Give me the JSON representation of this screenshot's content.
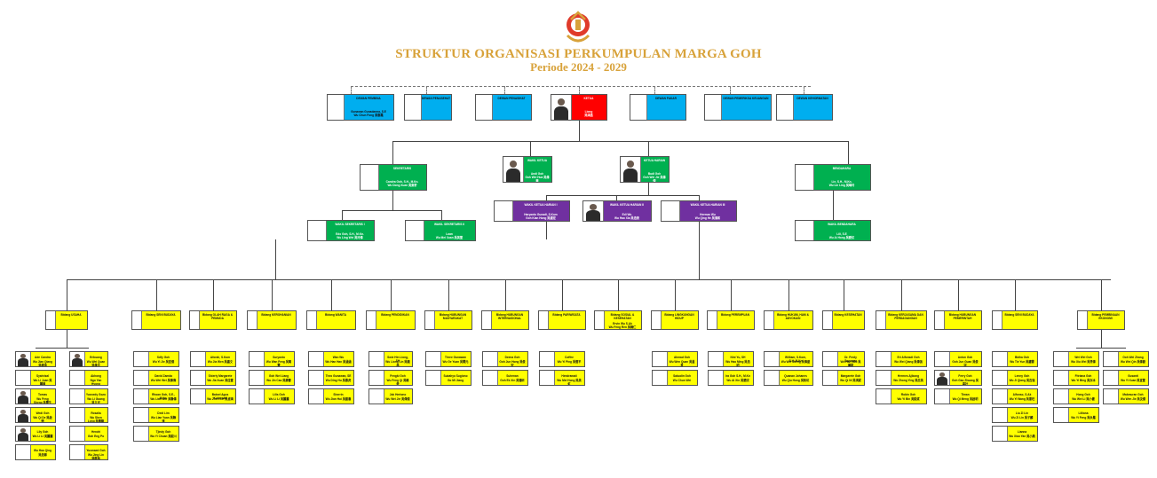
{
  "header": {
    "title": "STRUKTUR ORGANISASI PERKUMPULAN MARGA GOH",
    "subtitle": "Periode 2024 - 2029"
  },
  "colors": {
    "blue": "#00aeef",
    "red": "#ff0000",
    "green": "#00b050",
    "purple": "#7030a0",
    "yellow": "#ffff00",
    "title": "#d8a23a"
  },
  "boxes": [
    {
      "id": "pembina",
      "heading": "DEWAN PEMBINA",
      "names": [
        "Gunawan Gunadarma, S.E",
        "Wu Chun Fong 吳春鳳"
      ],
      "color": "blue"
    },
    {
      "id": "penasehat",
      "heading": "DEWAN PENASEHAT",
      "names": [],
      "color": "blue"
    },
    {
      "id": "penasihat2",
      "heading": "DEWAN PENASIHAT",
      "names": [],
      "color": "blue"
    },
    {
      "id": "ketua",
      "heading": "KETUA",
      "names": [
        "Liong",
        "吳鴻昌"
      ],
      "color": "red",
      "photo": true
    },
    {
      "id": "pakar",
      "heading": "DEWAN PAKAR",
      "names": [],
      "color": "blue"
    },
    {
      "id": "pemeriksa",
      "heading": "DEWAN PEMERIKSA KEUANGAN",
      "names": [],
      "color": "blue"
    },
    {
      "id": "kehormatan",
      "heading": "DEWAN KEHORMATAN",
      "names": [],
      "color": "blue"
    },
    {
      "id": "sekretaris",
      "heading": "SEKRETARIS",
      "names": [
        "Candra Goh, S.H., M.Kn.",
        "Wu Dong Xuan 吳東軒"
      ],
      "color": "green"
    },
    {
      "id": "wakil_ketua",
      "heading": "WAKIL KETUA",
      "names": [
        "Andi Goh",
        "Goh Wei Hua 吳偉華"
      ],
      "color": "green",
      "photo": true
    },
    {
      "id": "ketua_harian",
      "heading": "KETUA HARIAN",
      "names": [
        "Budi Goh",
        "Goh Wei Jie 吳偉傑"
      ],
      "color": "green",
      "photo": true
    },
    {
      "id": "bendahara",
      "heading": "BENDAHARA",
      "names": [
        "Lie, S.H., M.Kn.",
        "Wu Lin Ling 吳琳玲"
      ],
      "color": "green"
    },
    {
      "id": "wakil_sek1",
      "heading": "WAKIL SEKRETARIS I",
      "names": [
        "Edo Goh, S.H., M.Kn.",
        "Wu Ling Wei 吳玲偉"
      ],
      "color": "green"
    },
    {
      "id": "wakil_sek2",
      "heading": "WAKIL SEKRETARIS II",
      "names": [
        "Loan",
        "Wu Mei Xuan 吳美萱"
      ],
      "color": "green"
    },
    {
      "id": "wkh1",
      "heading": "WAKIL KETUA HARIAN I",
      "names": [
        "Haryanto Gunadi, S.Kom",
        "Goh Kian Hong 吳建宏"
      ],
      "color": "purple"
    },
    {
      "id": "wkh2",
      "heading": "WAKIL KETUA HARIAN II",
      "names": [
        "Edi Wu",
        "Wu Hao Xia 吳浩俠"
      ],
      "color": "purple",
      "photo": true
    },
    {
      "id": "wkh3",
      "heading": "WAKIL KETUA HARIAN III",
      "names": [
        "Herman Wu",
        "Wu Qing He 吳清和"
      ],
      "color": "purple"
    },
    {
      "id": "wakil_bendahara",
      "heading": "WAKIL BENDAHARA",
      "names": [
        "Lili, S.E",
        "Wu Ai Hong 吳愛紅"
      ],
      "color": "green"
    },
    {
      "id": "b_usaha",
      "heading": "Bidang USAHA",
      "names": [],
      "color": "yellow"
    },
    {
      "id": "b_seni",
      "heading": "Bidang SENI BUDAYA",
      "names": [],
      "color": "yellow"
    },
    {
      "id": "b_olahraga",
      "heading": "Bidang OLAH RAGA & PEMUDA",
      "names": [],
      "color": "yellow"
    },
    {
      "id": "b_kerohanian",
      "heading": "Bidang KEROHANIAN",
      "names": [],
      "color": "yellow"
    },
    {
      "id": "b_wanita",
      "heading": "Bidang WANITA",
      "names": [],
      "color": "yellow"
    },
    {
      "id": "b_pendidikan",
      "heading": "Bidang PENDIDIKAN",
      "names": [],
      "color": "yellow"
    },
    {
      "id": "b_hubungan",
      "heading": "Bidang HUBUNGAN MASYARAKAT",
      "names": [],
      "color": "yellow"
    },
    {
      "id": "b_internasional",
      "heading": "Bidang HUBUNGAN INTERNASIONAL",
      "names": [],
      "color": "yellow"
    },
    {
      "id": "b_pariwisata",
      "heading": "Bidang PARIWISATA",
      "names": [],
      "color": "yellow"
    },
    {
      "id": "b_sosial",
      "heading": "Bidang SOSIAL & KESEHATAN",
      "names": [
        "Ervin Wu S.Ak",
        "Wu Feng Ren 吳峰仁"
      ],
      "color": "yellow"
    },
    {
      "id": "b_lingkungan",
      "heading": "Bidang LINGKUNGAN HIDUP",
      "names": [],
      "color": "yellow"
    },
    {
      "id": "b_perempuan",
      "heading": "Bidang PEREMPUAN",
      "names": [],
      "color": "yellow"
    },
    {
      "id": "b_hukum",
      "heading": "Bidang HUKUM, HAM & ADVOKASI",
      "names": [],
      "color": "yellow"
    },
    {
      "id": "b_kesehatan",
      "heading": "Bidang KESEHATAN",
      "names": [],
      "color": "yellow"
    },
    {
      "id": "b_kerjasama",
      "heading": "Bidang KERJASAMA DAN PERDAGANGAN",
      "names": [],
      "color": "yellow"
    },
    {
      "id": "b_pemerintah",
      "heading": "Bidang HUBUNGAN PEMERINTAH",
      "names": [],
      "color": "yellow"
    },
    {
      "id": "b_kebudayaan",
      "heading": "Bidang SENI BUDAYA",
      "names": [],
      "color": "yellow"
    },
    {
      "id": "b_ekonomi",
      "heading": "Bidang PEMBINAAN EKONOMI",
      "names": [],
      "color": "yellow"
    }
  ],
  "members": [
    [
      "Ade Candra",
      "Wu Jian Qiang 吳建強"
    ],
    [
      "Syahrizal",
      "Wu Li Juan 吳麗娟"
    ],
    [
      "Tomas",
      "Wu Feng Sheng 吳豐生"
    ],
    [
      "Wedi Goh",
      "Wu Qi De 吳啟德"
    ],
    [
      "Lily Goh",
      "Wu Li Li 吳麗麗"
    ],
    [
      "Wu Hao Qing",
      "吳浩卿"
    ],
    [
      "Erikuang",
      "Wu Wei Quan 吳偉全"
    ],
    [
      "Akhong",
      "Ngo Yan Hyong"
    ],
    [
      "Yusnedy Gozo",
      "Wu Li Guang 吳立光"
    ],
    [
      "Rosalia",
      "Wu Shen Long 吳勝龍"
    ],
    [
      "Hendri",
      "Goh Eng Po"
    ],
    [
      "Yusmaed Goh",
      "Wu Jing Lin 吳敬林"
    ],
    [
      "Sdfy Goh",
      "Wu Yi Jie 吳宜傑"
    ],
    [
      "David Zamda",
      "Wu Wei Wei 吳偉偉"
    ],
    [
      "Rhoan Goh, S.E., M.Kn.",
      "Wu Lian Wei 吳聯偉"
    ],
    [
      "Dedi Lim",
      "Wu Lian Yuan 吳聯遠"
    ],
    [
      "Tjindy Goh",
      "Wu Yi Chuan 吳毅川"
    ],
    [
      "Aforah, S.Kom",
      "Wu Jia Wen 吳嘉文"
    ],
    [
      "Shierly Margarete",
      "Wu Jia Xuan 吳佳萱"
    ],
    [
      "Batoel Agus Kuloswati",
      "Wu Zhen Lin 吳貞璘"
    ],
    [
      "Suryanto",
      "Wu Wan Feng 吳萬豐"
    ],
    [
      "Goh Wei Liang",
      "Wu Jin Cao 吳錦曹"
    ],
    [
      "Lilis Goh",
      "Wu Li Li 吳麗麗"
    ],
    [
      "Wan Wu",
      "Wu Han Han 吳涵涵"
    ],
    [
      "Theo Gunawan, SE",
      "Wu Ding Hu 吳鼎虎"
    ],
    [
      "Sherrin",
      "Wu Jian Hui 吳建惠"
    ],
    [
      "Swie Hin Liong, SH",
      "Wu Liong Lin 吳龍林"
    ],
    [
      "Fengki Goh",
      "Wu Feng Qi 吳峰奇"
    ],
    [
      "Jok Hertono",
      "Wu Wei Jie 吳偉傑"
    ],
    [
      "Three Gunawan",
      "Wu Ge Yuan 吳閣元"
    ],
    [
      "Subahyo Sugiono",
      "Go Mi Jiang"
    ],
    [
      "Deena Goh",
      "Goh Jun Hong 吳俊宏"
    ],
    [
      "Suhenan",
      "Goh Ek Xin 吳憶昕"
    ],
    [
      "Coffee",
      "Wu Yi Ping 吳億平"
    ],
    [
      "Hendrawati",
      "Wu Mei Hong 吳美虹"
    ],
    [
      "Ahmad Goh",
      "Wu Wen Quan 吳溫泉"
    ],
    [
      "Sabudin Goh",
      "Wu Chun Wei"
    ],
    [
      "Nini Yu, SH",
      "Wu Hao Ming 吳浩明"
    ],
    [
      "Ira Goh S.H., M.Kn",
      "Wu Ai Xin 吳愛欣"
    ],
    [
      "William, S.Kom, S.H.,M.Kn",
      "Wu Wei Sheng 吳偉盛"
    ],
    [
      "Quanan Johanes",
      "Wu Qiu Hong 吳秋虹"
    ],
    [
      "Dr. Fredy Gunawan",
      "Wu Han Nuo 吳瀚諾"
    ],
    [
      "Margarete Goh",
      "Wu Qi Ni 吳琪妮"
    ],
    [
      "Eri Alfonsdi Goh",
      "Wu Wei Qiang 吳偉強"
    ],
    [
      "Hermes Ajikong",
      "Wu Zhong Ying 吳忠英"
    ],
    [
      "Robin Goh",
      "Wu Yi Bin 吳毅斌"
    ],
    [
      "Anton Goh",
      "Goh Jun Guan 吳俊冠"
    ],
    [
      "Ferry Goh",
      "Goh Gao Zhuang 吳高壯"
    ],
    [
      "Timan",
      "Wu Qi Meng 吳啟明"
    ],
    [
      "Bidha Goh",
      "Wu Tie Yun 吳鐵雲"
    ],
    [
      "Lenny Goh",
      "Wu Ji Qiang 吳吉強"
    ],
    [
      "Alfonso, S.Ak",
      "Wu Yi Wang 吳意旺"
    ],
    [
      "Liu Zi Lin",
      "Wu Zi Lin 吳子麟"
    ],
    [
      "Lianna",
      "Wu Xiao Yan 吳小燕"
    ],
    [
      "Wei Wei Goh",
      "Wu Xiu Wei 吳秀偉"
    ],
    [
      "Fitriana Goh",
      "Wu Yi Bing 吳亦冰"
    ],
    [
      "Hong Goh",
      "Wu Wei Li 吳小健"
    ],
    [
      "Lilliana",
      "Wu Yi Feng 吳永鳳"
    ],
    [
      "Goh Wei Zhang",
      "Wu Wei Qin 吳偉勤"
    ],
    [
      "Gusanti",
      "Wu Yi Xuan 吳宜萱"
    ],
    [
      "Makmuran Goh",
      "Wu Wen Jie 吳汶傑"
    ]
  ]
}
